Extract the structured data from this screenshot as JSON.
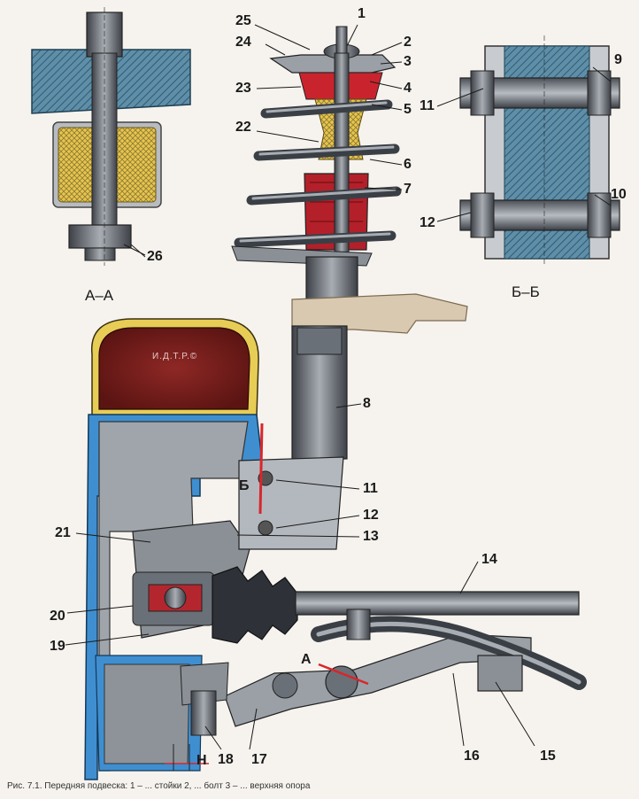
{
  "labels": {
    "p1": "1",
    "p2": "2",
    "p3": "3",
    "p4": "4",
    "p5": "5",
    "p6": "6",
    "p7": "7",
    "p8": "8",
    "p9": "9",
    "p10": "10",
    "p11a": "11",
    "p11b": "11",
    "p12a": "12",
    "p12b": "12",
    "p13": "13",
    "p14": "14",
    "p15": "15",
    "p16": "16",
    "p17": "17",
    "p18": "18",
    "p19": "19",
    "p20": "20",
    "p21": "21",
    "p22": "22",
    "p23": "23",
    "p24": "24",
    "p25": "25",
    "p26": "26"
  },
  "sections": {
    "aa": "А–А",
    "bb": "Б–Б"
  },
  "letters": {
    "a": "А",
    "b": "Б",
    "h": "Н"
  },
  "tire_mark": "И.Д.Т.Р.©",
  "caption": "Рис. 7.1. Передняя подвеска: 1 – ... стойки 2, ... болт 3 – ... верхняя опора",
  "colors": {
    "steel": "#5d6168",
    "steel_light": "#9aa0a6",
    "tire": "#7a1c1a",
    "rubber_red": "#b3202a",
    "yellow": "#e7cd55",
    "blue_wheel": "#3f8fd0",
    "beige": "#d8c9b0",
    "red_line": "#d8262c"
  }
}
